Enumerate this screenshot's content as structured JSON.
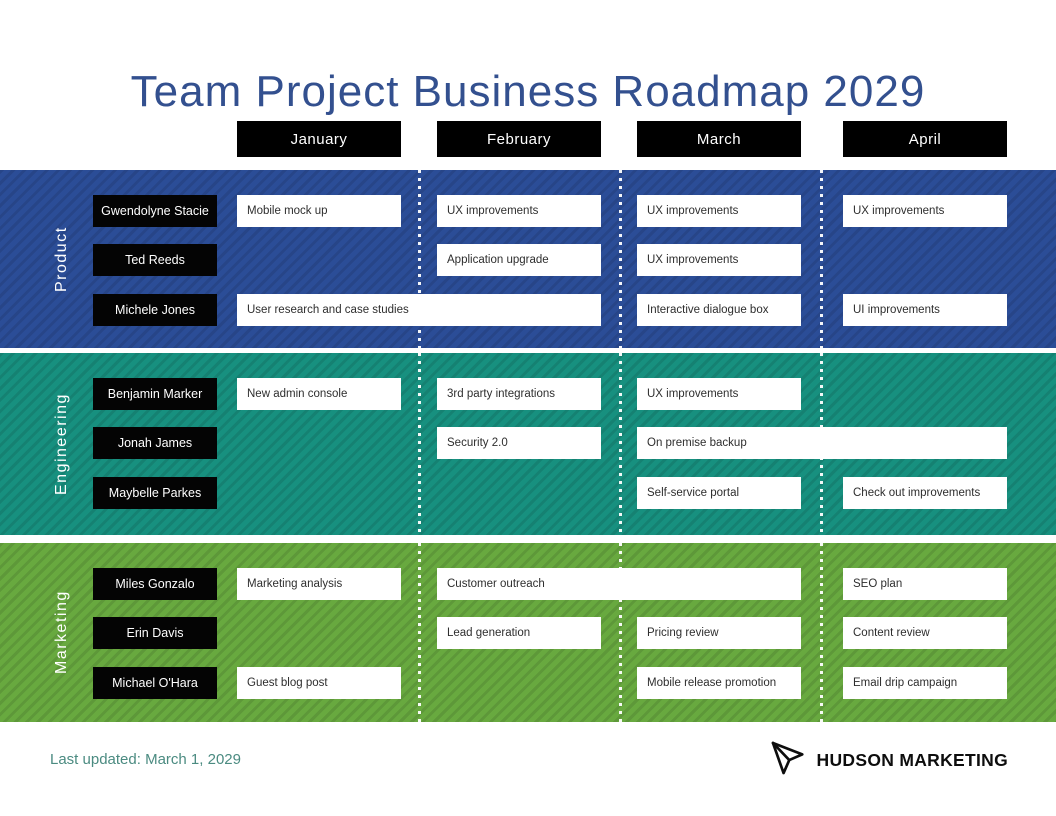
{
  "title": "Team Project Business Roadmap 2029",
  "months": [
    "January",
    "February",
    "March",
    "April"
  ],
  "sections": [
    {
      "label": "Product",
      "base_color": "#2b4d97",
      "members": [
        "Gwendolyne Stacie",
        "Ted Reeds",
        "Michele Jones"
      ],
      "tasks": [
        {
          "label": "Mobile mock up",
          "row": 0,
          "start": 0,
          "span": 1
        },
        {
          "label": "UX improvements",
          "row": 0,
          "start": 1,
          "span": 1
        },
        {
          "label": "UX improvements",
          "row": 0,
          "start": 2,
          "span": 1
        },
        {
          "label": "UX improvements",
          "row": 0,
          "start": 3,
          "span": 1
        },
        {
          "label": "Application upgrade",
          "row": 1,
          "start": 1,
          "span": 1
        },
        {
          "label": "UX improvements",
          "row": 1,
          "start": 2,
          "span": 1
        },
        {
          "label": "User research and case studies",
          "row": 2,
          "start": 0,
          "span": 2
        },
        {
          "label": "Interactive dialogue box",
          "row": 2,
          "start": 2,
          "span": 1
        },
        {
          "label": "UI improvements",
          "row": 2,
          "start": 3,
          "span": 1
        }
      ]
    },
    {
      "label": "Engineering",
      "base_color": "#17907f",
      "members": [
        "Benjamin Marker",
        "Jonah James",
        "Maybelle Parkes"
      ],
      "tasks": [
        {
          "label": "New admin console",
          "row": 0,
          "start": 0,
          "span": 1
        },
        {
          "label": "3rd party integrations",
          "row": 0,
          "start": 1,
          "span": 1
        },
        {
          "label": "UX improvements",
          "row": 0,
          "start": 2,
          "span": 1
        },
        {
          "label": "Security 2.0",
          "row": 1,
          "start": 1,
          "span": 1
        },
        {
          "label": "On premise backup",
          "row": 1,
          "start": 2,
          "span": 2
        },
        {
          "label": "Self-service portal",
          "row": 2,
          "start": 2,
          "span": 1
        },
        {
          "label": "Check out improvements",
          "row": 2,
          "start": 3,
          "span": 1
        }
      ]
    },
    {
      "label": "Marketing",
      "base_color": "#68a93f",
      "members": [
        "Miles Gonzalo",
        "Erin Davis",
        "Michael O'Hara"
      ],
      "tasks": [
        {
          "label": "Marketing analysis",
          "row": 0,
          "start": 0,
          "span": 1
        },
        {
          "label": "Customer outreach",
          "row": 0,
          "start": 1,
          "span": 2
        },
        {
          "label": "SEO plan",
          "row": 0,
          "start": 3,
          "span": 1
        },
        {
          "label": "Lead generation",
          "row": 1,
          "start": 1,
          "span": 1
        },
        {
          "label": "Pricing review",
          "row": 1,
          "start": 2,
          "span": 1
        },
        {
          "label": "Content review",
          "row": 1,
          "start": 3,
          "span": 1
        },
        {
          "label": "Guest blog post",
          "row": 2,
          "start": 0,
          "span": 1
        },
        {
          "label": "Mobile release promotion",
          "row": 2,
          "start": 2,
          "span": 1
        },
        {
          "label": "Email drip campaign",
          "row": 2,
          "start": 3,
          "span": 1
        }
      ]
    }
  ],
  "footer": {
    "last_updated": "Last updated: March 1, 2029",
    "brand": "HUDSON MARKETING",
    "logo_icon": "paper-plane-icon"
  },
  "colors": {
    "title_text": "#33508f",
    "month_header_bg": "#000000",
    "month_header_text": "#ffffff",
    "name_box_bg": "#040404",
    "card_bg": "#ffffff",
    "card_text": "#2e2e2e",
    "footer_text": "#4b8b81",
    "product_band": "#2b4d97",
    "engineering_band": "#17907f",
    "marketing_band": "#68a93f"
  }
}
